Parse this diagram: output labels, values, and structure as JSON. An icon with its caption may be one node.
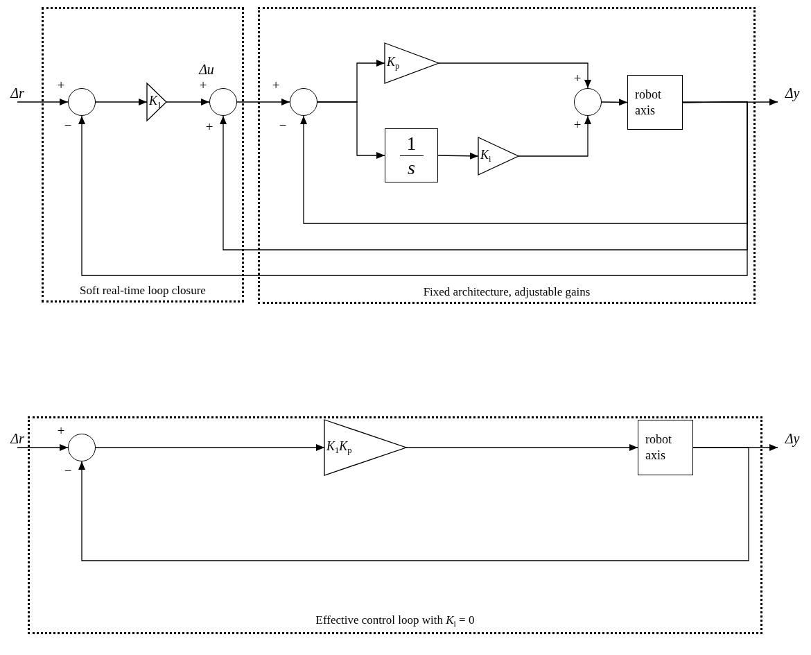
{
  "diagram": {
    "nodes": [
      {
        "text": [
          "Soft real-time loop closure"
        ]
      },
      {
        "text": [
          "Fixed architecture, adjustable gains"
        ]
      },
      {
        "text": [
          "Δr"
        ]
      },
      {
        "text": [],
        "shape": "circle",
        "in": 0,
        "beside": [
          "+",
          "−"
        ]
      },
      {
        "text": [
          "*K*$_{1}$"
        ],
        "in": 0
      },
      {
        "text": [],
        "shape": "circle",
        "in": 0,
        "beside": [
          "+",
          "+"
        ]
      },
      {
        "text": [],
        "shape": "circle",
        "in": 1,
        "beside": [
          "+",
          "−"
        ]
      },
      {
        "text": [
          "*K*$_{p}$"
        ],
        "in": 1
      },
      {
        "text": [
          "1",
          "*s*"
        ],
        "in": 1
      },
      {
        "text": [
          "*K*$_{i}$"
        ],
        "in": 1
      },
      {
        "text": [],
        "shape": "circle",
        "in": 1,
        "beside": [
          "+",
          "+"
        ]
      },
      {
        "text": [
          "robot axis"
        ],
        "in": 1
      },
      {
        "text": [
          "Δy"
        ]
      },
      {
        "text": [
          "Effective control loop with *K*$_{i}$ = 0"
        ]
      },
      {
        "text": [
          "Δr"
        ]
      },
      {
        "text": [],
        "shape": "circle",
        "in": 13,
        "beside": [
          "+",
          "−"
        ]
      },
      {
        "text": [
          "*K*$_{1}$*K*$_{p}$"
        ],
        "in": 13
      },
      {
        "text": [
          "robot axis"
        ],
        "in": 13
      },
      {
        "text": [
          "Δy"
        ]
      }
    ],
    "edges": [
      {
        "from": 2,
        "to": 3,
        "arrow": "to"
      },
      {
        "from": 3,
        "to": 4,
        "arrow": "to"
      },
      {
        "from": 4,
        "to": 5,
        "arrow": "to",
        "label": "Δu"
      },
      {
        "from": 5,
        "to": 6,
        "arrow": "to"
      },
      {
        "from": 6,
        "to": 7,
        "arrow": "to"
      },
      {
        "from": 6,
        "to": 8,
        "arrow": "to"
      },
      {
        "from": 8,
        "to": 9,
        "arrow": "to"
      },
      {
        "from": 7,
        "to": 10,
        "arrow": "to"
      },
      {
        "from": 9,
        "to": 10,
        "arrow": "to"
      },
      {
        "from": 10,
        "to": 11,
        "arrow": "to"
      },
      {
        "from": 11,
        "to": 12,
        "arrow": "to"
      },
      {
        "from": 11,
        "to": 6,
        "arrow": "to"
      },
      {
        "from": 11,
        "to": 5,
        "arrow": "to"
      },
      {
        "from": 11,
        "to": 3,
        "arrow": "to"
      },
      {
        "from": 14,
        "to": 15,
        "arrow": "to"
      },
      {
        "from": 15,
        "to": 16,
        "arrow": "to"
      },
      {
        "from": 16,
        "to": 17,
        "arrow": "to"
      },
      {
        "from": 17,
        "to": 18,
        "arrow": "to"
      },
      {
        "from": 17,
        "to": 15,
        "arrow": "to"
      }
    ]
  }
}
